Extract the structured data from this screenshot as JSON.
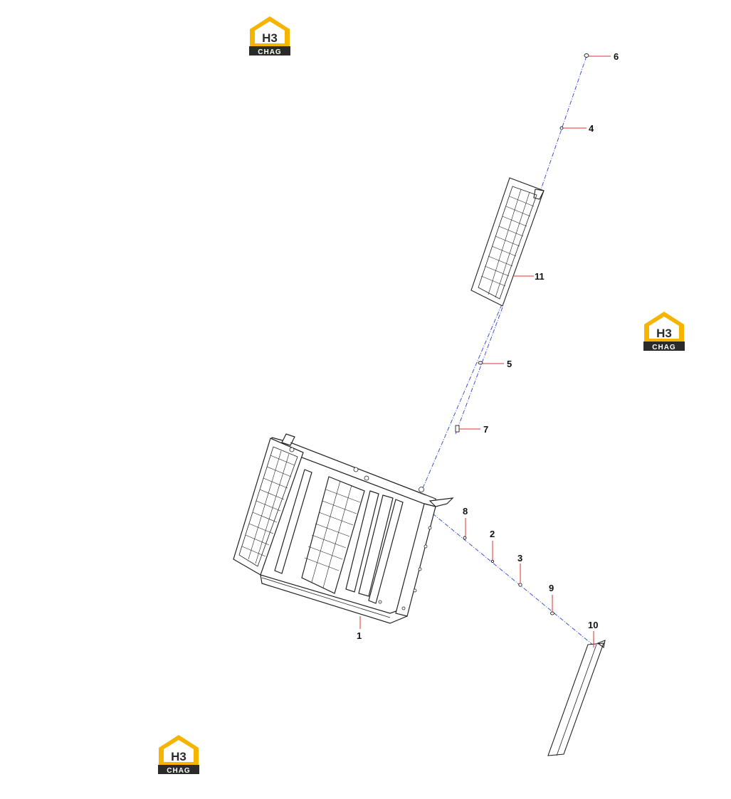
{
  "logos": [
    {
      "mark": "H3",
      "sub": "CHAG"
    },
    {
      "mark": "H3",
      "sub": "CHAG"
    },
    {
      "mark": "H3",
      "sub": "CHAG"
    }
  ],
  "callouts": {
    "c1": "1",
    "c2": "2",
    "c3": "3",
    "c4": "4",
    "c5": "5",
    "c6": "6",
    "c7": "7",
    "c8": "8",
    "c9": "9",
    "c10": "10",
    "c11": "11"
  },
  "colors": {
    "logo_yellow": "#f5b400",
    "logo_dark": "#2b2b2b",
    "leader_red": "#e03030",
    "axis_blue": "#3040d0",
    "line_art": "#222222"
  }
}
